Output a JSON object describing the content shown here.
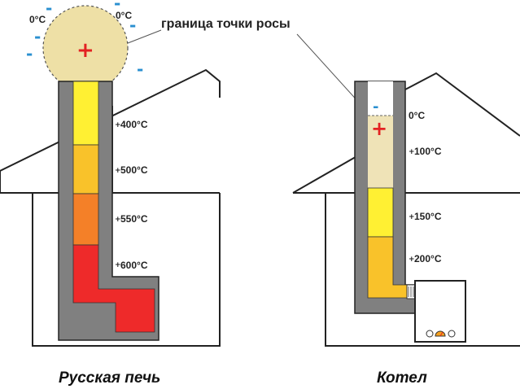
{
  "colors": {
    "wall": "#808080",
    "outline": "#222222",
    "hot_600": "#ee2a2a",
    "hot_550": "#f48028",
    "hot_500": "#f9c22a",
    "hot_400": "#fff033",
    "warm_100": "#efe3b7",
    "steam": "#eee0a6",
    "plus": "#e32222",
    "minus": "#2a8fd0"
  },
  "icons": {
    "plus": "plus-sign",
    "minus": "minus-sign"
  },
  "signs": {
    "plus": "+",
    "minus": "-",
    "small_plus": "+"
  },
  "dew_point_label": "граница точки росы",
  "stove": {
    "caption": "Русская печь",
    "top_left_temp": "0°C",
    "top_right_temp": "0°C",
    "temps": [
      "400°C",
      "500°C",
      "550°C",
      "600°C"
    ]
  },
  "boiler": {
    "caption": "Котел",
    "temps": [
      "0°C",
      "100°C",
      "150°C",
      "200°C"
    ]
  }
}
